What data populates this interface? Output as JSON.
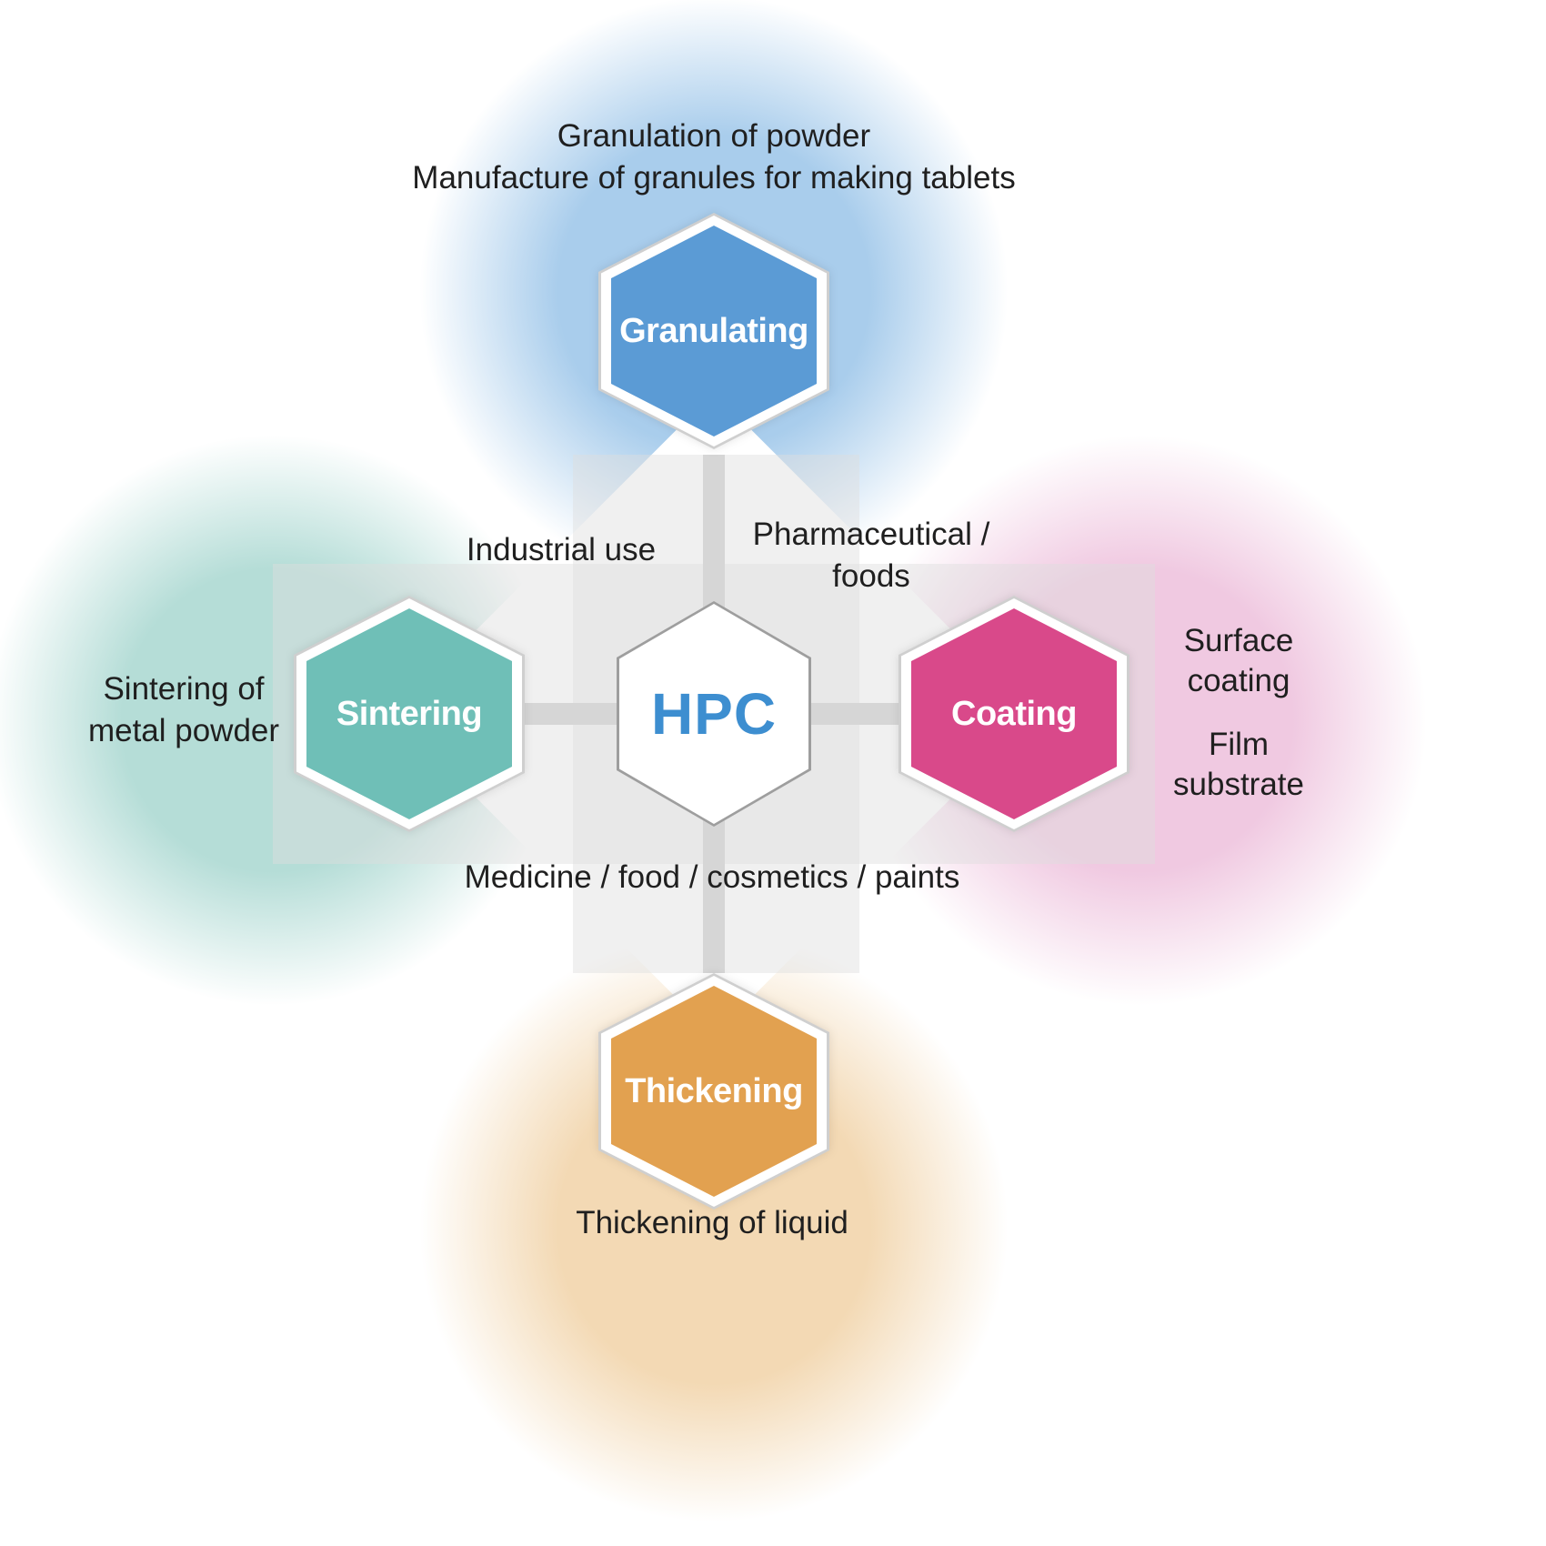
{
  "center": {
    "label": "HPC"
  },
  "nodes": {
    "top": {
      "label": "Granulating",
      "caption": [
        "Granulation of powder",
        "Manufacture of granules for making tablets"
      ]
    },
    "left": {
      "label": "Sintering",
      "caption": [
        "Sintering of",
        "metal powder"
      ]
    },
    "right": {
      "label": "Coating",
      "caption": [
        "Surface",
        "coating",
        "Film",
        "substrate"
      ]
    },
    "bottom": {
      "label": "Thickening",
      "caption": [
        "Thickening of liquid"
      ]
    }
  },
  "quadrants": {
    "top_left": "Industrial use",
    "top_right": [
      "Pharmaceutical /",
      "foods"
    ],
    "bottom": "Medicine / food / cosmetics / paints"
  },
  "colors": {
    "granulating": "#5b9bd5",
    "sintering": "#6fbfb7",
    "coating": "#d9498a",
    "thickening": "#e2a150",
    "hpc-text": "#3d8ed0",
    "glow-blue": "#a9cdec",
    "glow-teal": "#b5ddd7",
    "glow-pink": "#f0c9e1",
    "glow-orange": "#f3d9b4",
    "caption-text": "#1f1f1f"
  }
}
